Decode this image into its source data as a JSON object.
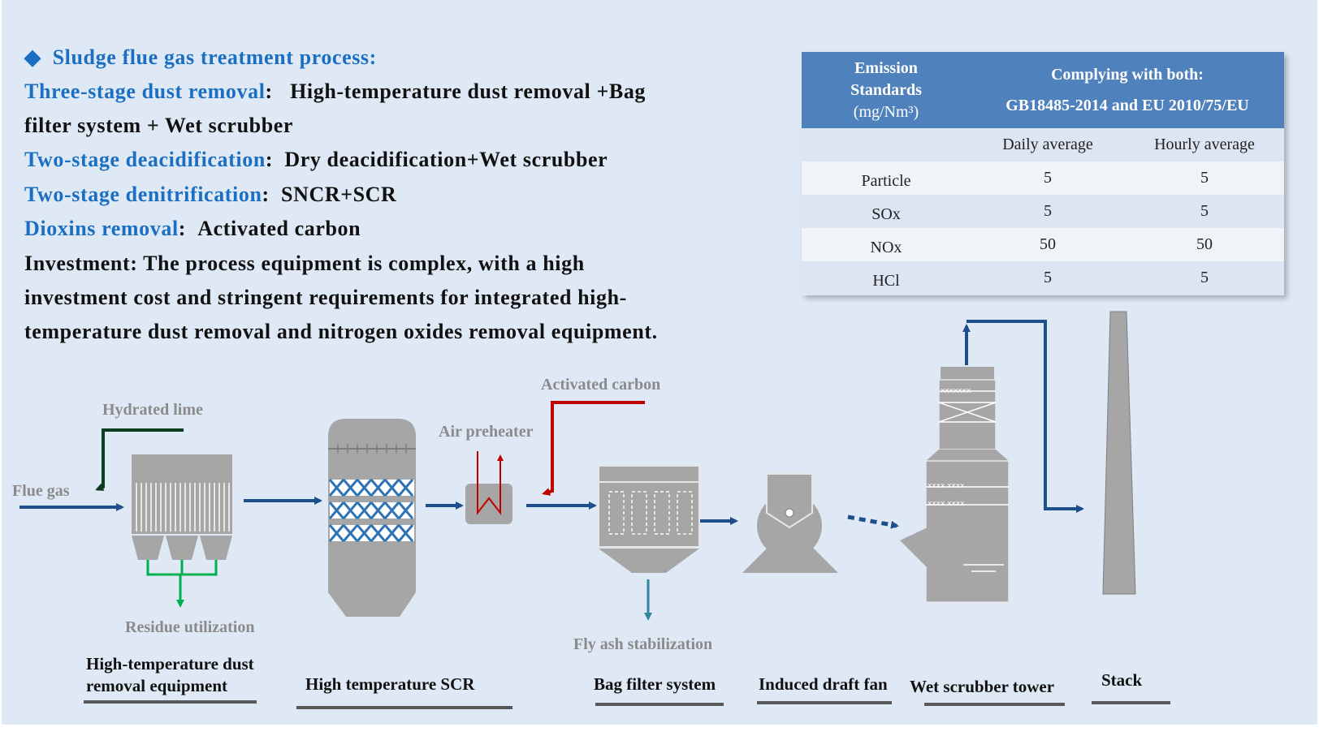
{
  "header": {
    "bullet_icon": "diamond-bullet-icon",
    "title": "Sludge flue gas treatment process:"
  },
  "text_lines": [
    {
      "key": "Three-stage dust removal",
      "sep": ":",
      "value": "High-temperature dust removal +Bag"
    },
    {
      "key": "",
      "sep": "",
      "value": "filter system + Wet scrubber"
    },
    {
      "key": "Two-stage deacidification",
      "sep": ":",
      "value": "Dry deacidification+Wet scrubber"
    },
    {
      "key": "Two-stage denitrification",
      "sep": ":",
      "value": "SNCR+SCR"
    },
    {
      "key": "Dioxins removal",
      "sep": ":",
      "value": "Activated carbon"
    }
  ],
  "investment": [
    "Investment: The process equipment is complex, with a high",
    "investment cost and stringent requirements for integrated high-",
    "temperature dust removal and nitrogen oxides removal equipment."
  ],
  "table": {
    "header_left": [
      "Emission",
      "Standards",
      "(mg/Nm³)"
    ],
    "header_right": [
      "Complying with both:",
      "GB18485-2014 and EU 2010/75/EU"
    ],
    "subheader": [
      "",
      "Daily average",
      "Hourly average"
    ],
    "rows": [
      [
        "Particle",
        "5",
        "5"
      ],
      [
        "SOx",
        "5",
        "5"
      ],
      [
        "NOx",
        "50",
        "50"
      ],
      [
        "HCl",
        "5",
        "5"
      ]
    ]
  },
  "diagram": {
    "flue_gas": "Flue gas",
    "hydrated_lime": "Hydrated lime",
    "residue": "Residue utilization",
    "activated_carbon": "Activated carbon",
    "air_preheater": "Air preheater",
    "fly_ash": "Fly ash stabilization",
    "equipment": {
      "hightemp_line1": "High-temperature   dust",
      "hightemp_line2": "removal equipment",
      "scr": "High temperature SCR",
      "bag": "Bag filter system",
      "fan": "Induced draft fan",
      "scrubber": "Wet scrubber tower",
      "stack": "Stack"
    }
  },
  "colors": {
    "background": "#dfe9f6",
    "accent_blue": "#1b6fc2",
    "table_header": "#4f81bd",
    "equipment_gray": "#a6a6a6",
    "flow_arrow": "#1f4e8c",
    "lime_line": "#0b3d1e",
    "carbon_line": "#c00000",
    "residue_line": "#00b050",
    "flyash_line": "#31859c"
  }
}
